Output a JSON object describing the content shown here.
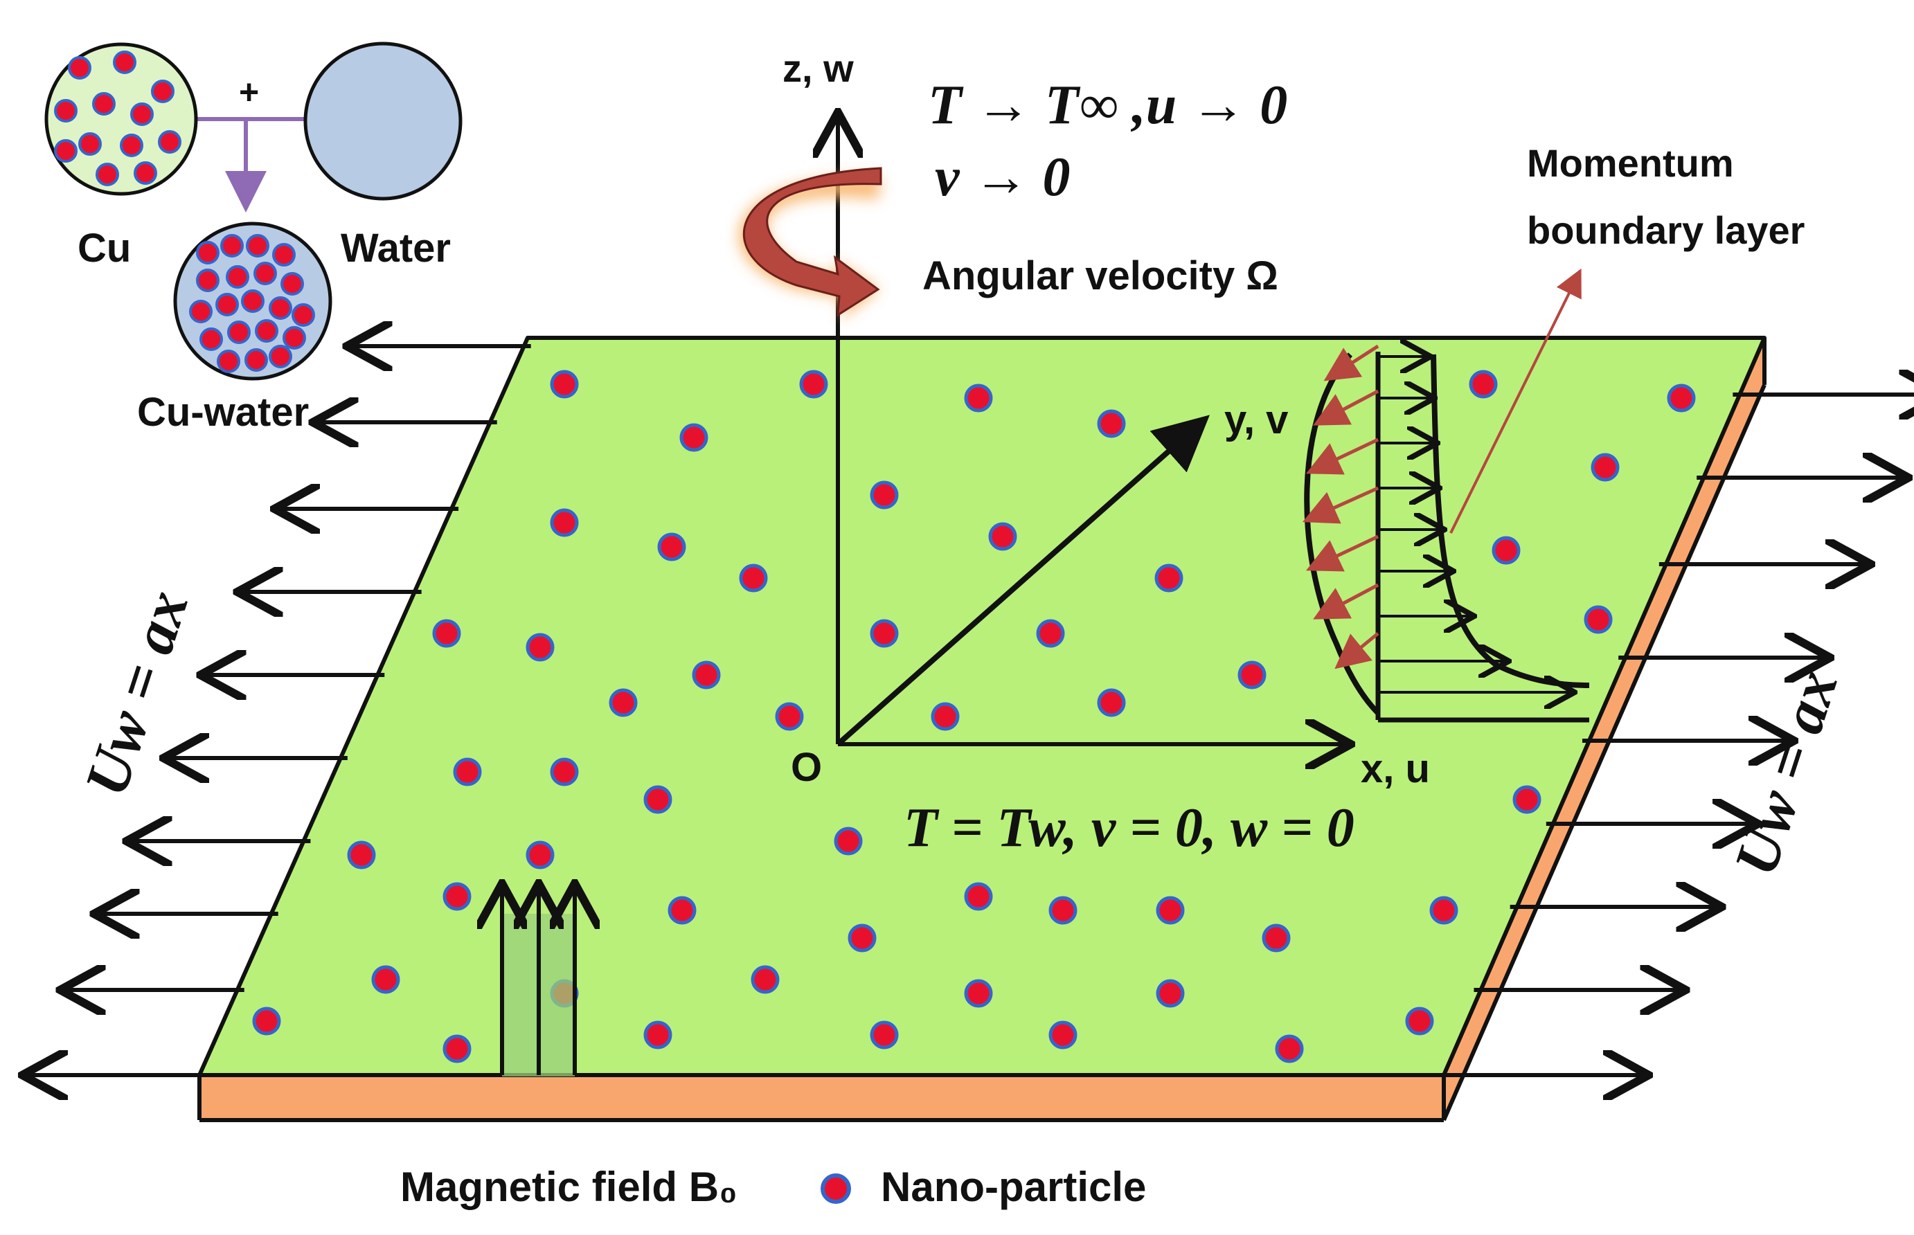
{
  "title": "",
  "colors": {
    "plate_top": "#b9f07a",
    "plate_side": "#f9a66e",
    "particle_fill": "#e8112d",
    "particle_ring": "#3366cc",
    "cu_circle": "#dff4c6",
    "water_circle": "#b8cbe4",
    "mix_circle": "#b8cbe4",
    "connector": "#8e6bb4",
    "rotation_arrow": "#b5473f",
    "rotation_glow": "#f8b46a",
    "boundary_arrows": "#b5473f",
    "pointer": "#b5473f",
    "field_fill": "#9ad07a"
  },
  "legend": {
    "cu": "Cu",
    "water": "Water",
    "cu_water": "Cu-water",
    "plus": "+"
  },
  "axes": {
    "z": "z, w",
    "y": "y, v",
    "x": "x, u",
    "origin": "O"
  },
  "conditions": {
    "far_field_line1": "T → T∞ ,u → 0",
    "far_field_line2": "v → 0",
    "wall": "T = Tw,  v = 0, w = 0"
  },
  "rotation_label": "Angular velocity Ω",
  "boundary_layer_label_line1": "Momentum",
  "boundary_layer_label_line2": "boundary layer",
  "stretch_left": "Uw = ax",
  "stretch_right": "Uw = ax",
  "magnetic_field_label": "Magnetic field B₀",
  "nanoparticle_label": "Nano-particle"
}
